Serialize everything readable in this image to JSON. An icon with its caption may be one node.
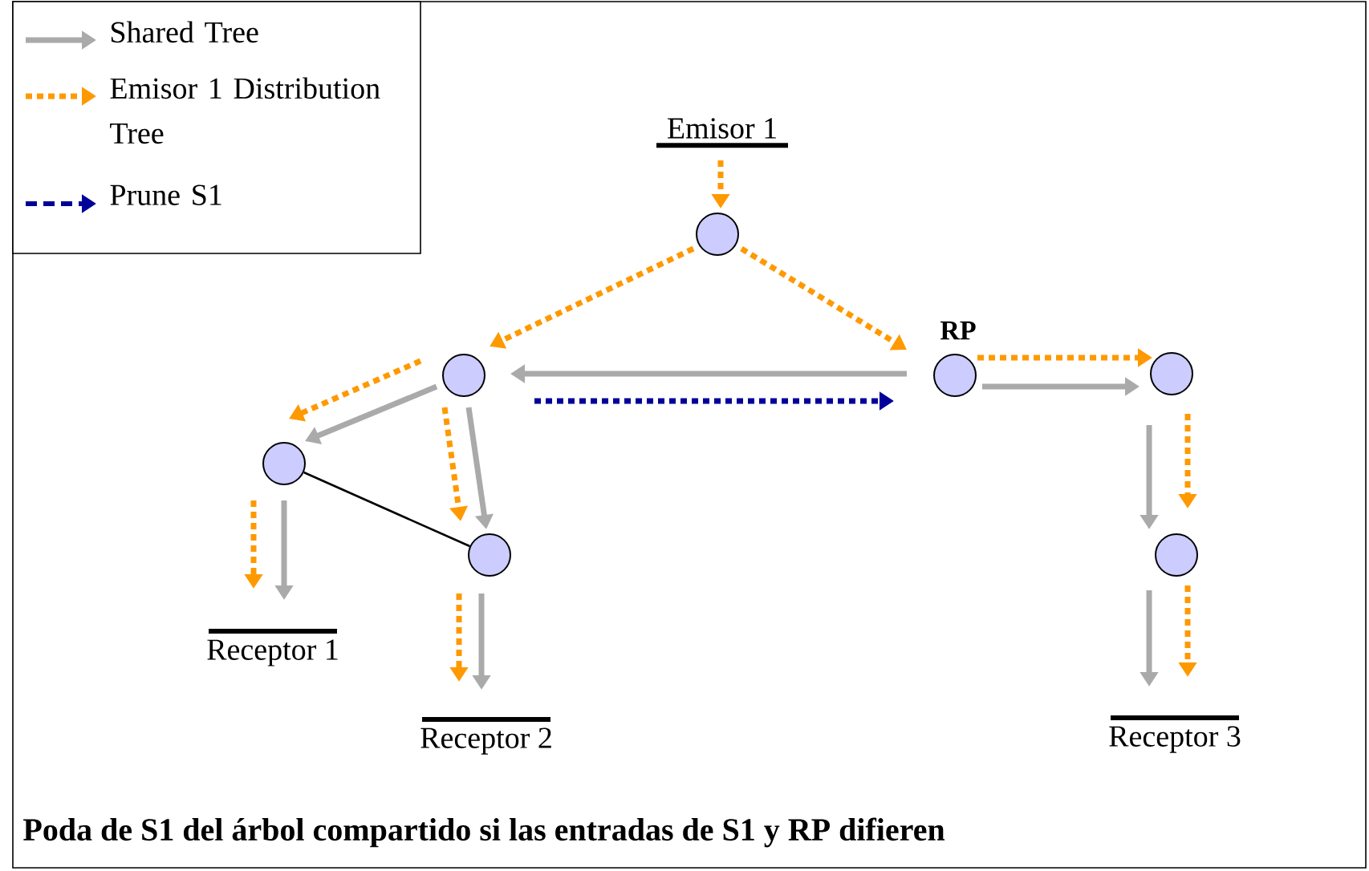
{
  "diagram": {
    "caption": "Poda de S1 del árbol compartido si las entradas de S1 y RP difieren",
    "nodes": [
      {
        "text": [
          "Emisor 1"
        ]
      },
      {
        "text": [],
        "shape": "circle"
      },
      {
        "text": [],
        "shape": "circle"
      },
      {
        "text": [],
        "shape": "circle",
        "beside": [
          "RP"
        ]
      },
      {
        "text": [],
        "shape": "circle"
      },
      {
        "text": [],
        "shape": "circle"
      },
      {
        "text": [],
        "shape": "circle"
      },
      {
        "text": [],
        "shape": "circle"
      },
      {
        "text": [
          "Receptor 1"
        ]
      },
      {
        "text": [
          "Receptor 2"
        ]
      },
      {
        "text": [
          "Receptor 3"
        ]
      }
    ],
    "edges": [
      {
        "from": 0,
        "to": 1,
        "arrow": "to",
        "style": "dashed",
        "color": "#ff9900"
      },
      {
        "from": 1,
        "to": 2,
        "arrow": "to",
        "style": "dashed",
        "color": "#ff9900"
      },
      {
        "from": 1,
        "to": 3,
        "arrow": "to",
        "style": "dashed",
        "color": "#ff9900"
      },
      {
        "from": 3,
        "to": 2,
        "arrow": "to",
        "color": "#aaaaaa"
      },
      {
        "from": 2,
        "to": 3,
        "arrow": "to",
        "style": "dashed",
        "color": "#000099"
      },
      {
        "from": 3,
        "to": 4,
        "arrow": "to",
        "style": "dashed",
        "color": "#ff9900"
      },
      {
        "from": 3,
        "to": 4,
        "arrow": "to",
        "color": "#aaaaaa"
      },
      {
        "from": 2,
        "to": 5,
        "arrow": "to",
        "style": "dashed",
        "color": "#ff9900"
      },
      {
        "from": 2,
        "to": 5,
        "arrow": "to",
        "color": "#aaaaaa"
      },
      {
        "from": 2,
        "to": 6,
        "arrow": "to",
        "style": "dashed",
        "color": "#ff9900"
      },
      {
        "from": 2,
        "to": 6,
        "arrow": "to",
        "color": "#aaaaaa"
      },
      {
        "from": 5,
        "to": 8,
        "arrow": "to",
        "style": "dashed",
        "color": "#ff9900"
      },
      {
        "from": 5,
        "to": 8,
        "arrow": "to",
        "color": "#aaaaaa"
      },
      {
        "from": 6,
        "to": 9,
        "arrow": "to",
        "style": "dashed",
        "color": "#ff9900"
      },
      {
        "from": 6,
        "to": 9,
        "arrow": "to",
        "color": "#aaaaaa"
      },
      {
        "from": 4,
        "to": 7,
        "arrow": "to",
        "color": "#aaaaaa"
      },
      {
        "from": 4,
        "to": 7,
        "arrow": "to",
        "style": "dashed",
        "color": "#ff9900"
      },
      {
        "from": 7,
        "to": 10,
        "arrow": "to",
        "color": "#aaaaaa"
      },
      {
        "from": 7,
        "to": 10,
        "arrow": "to",
        "style": "dashed",
        "color": "#ff9900"
      },
      {
        "from": 5,
        "to": 6,
        "arrow": "none",
        "color": "#000000"
      }
    ],
    "legend": [
      {
        "text": "Shared Tree"
      },
      {
        "text": "Emisor 1 Distribution Tree"
      },
      {
        "text": "Prune S1"
      }
    ]
  }
}
